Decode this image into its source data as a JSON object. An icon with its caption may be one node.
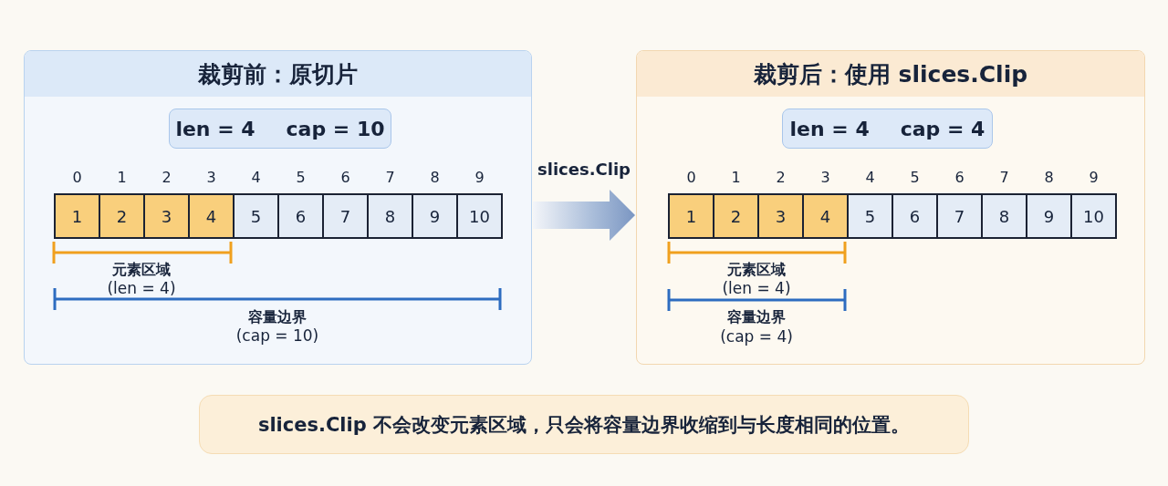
{
  "diagram": {
    "nodes": [
      {
        "text": [
          "裁剪前：原切片"
        ]
      },
      {
        "text": [
          "len = 4",
          "cap = 10"
        ],
        "in": 0
      },
      {
        "text": [
          "1"
        ],
        "in": 0,
        "beside": [
          "0"
        ]
      },
      {
        "text": [
          "2"
        ],
        "in": 0,
        "beside": [
          "1"
        ]
      },
      {
        "text": [
          "3"
        ],
        "in": 0,
        "beside": [
          "2"
        ]
      },
      {
        "text": [
          "4"
        ],
        "in": 0,
        "beside": [
          "3"
        ]
      },
      {
        "text": [
          "5"
        ],
        "in": 0,
        "beside": [
          "4"
        ]
      },
      {
        "text": [
          "6"
        ],
        "in": 0,
        "beside": [
          "5"
        ]
      },
      {
        "text": [
          "7"
        ],
        "in": 0,
        "beside": [
          "6"
        ]
      },
      {
        "text": [
          "8"
        ],
        "in": 0,
        "beside": [
          "7"
        ]
      },
      {
        "text": [
          "9"
        ],
        "in": 0,
        "beside": [
          "8"
        ]
      },
      {
        "text": [
          "10"
        ],
        "in": 0,
        "beside": [
          "9"
        ]
      },
      {
        "text": [
          "裁剪后：使用 slices.Clip"
        ]
      },
      {
        "text": [
          "len = 4",
          "cap = 4"
        ],
        "in": 12
      },
      {
        "text": [
          "1"
        ],
        "in": 12,
        "beside": [
          "0"
        ]
      },
      {
        "text": [
          "2"
        ],
        "in": 12,
        "beside": [
          "1"
        ]
      },
      {
        "text": [
          "3"
        ],
        "in": 12,
        "beside": [
          "2"
        ]
      },
      {
        "text": [
          "4"
        ],
        "in": 12,
        "beside": [
          "3"
        ]
      },
      {
        "text": [
          "5"
        ],
        "in": 12,
        "beside": [
          "4"
        ]
      },
      {
        "text": [
          "6"
        ],
        "in": 12,
        "beside": [
          "5"
        ]
      },
      {
        "text": [
          "7"
        ],
        "in": 12,
        "beside": [
          "6"
        ]
      },
      {
        "text": [
          "8"
        ],
        "in": 12,
        "beside": [
          "7"
        ]
      },
      {
        "text": [
          "9"
        ],
        "in": 12,
        "beside": [
          "8"
        ]
      },
      {
        "text": [
          "10"
        ],
        "in": 12,
        "beside": [
          "9"
        ]
      },
      {
        "text": [
          "slices.Clip 不会改变元素区域，只会将容量边界收缩到与长度相同的位置。"
        ]
      }
    ],
    "edges": [
      {
        "from": 0,
        "to": 12,
        "arrow": "to",
        "label": "slices.Clip"
      }
    ],
    "labels": [
      "元素区域",
      "(len = 4)",
      "容量边界",
      "(cap = 10)",
      "元素区域",
      "(len = 4)",
      "容量边界",
      "(cap = 4)"
    ]
  }
}
